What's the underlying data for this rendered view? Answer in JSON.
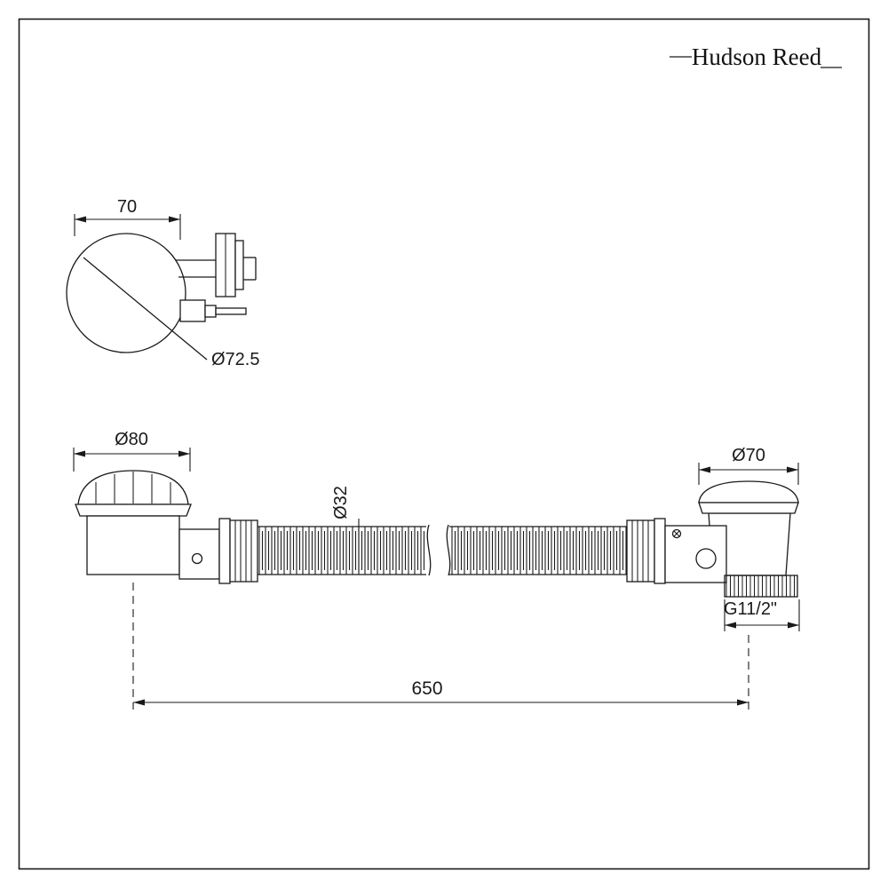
{
  "brand": {
    "name": "Hudson Reed"
  },
  "colors": {
    "line": "#1a1a1a",
    "background": "#ffffff"
  },
  "top_view": {
    "width_dim": "70",
    "diameter_label": "Ø72.5"
  },
  "side_view": {
    "left_cap_diameter": "Ø80",
    "hose_diameter": "Ø32",
    "right_cap_diameter": "Ø70",
    "thread_size": "G11/2\"",
    "overall_length": "650"
  }
}
